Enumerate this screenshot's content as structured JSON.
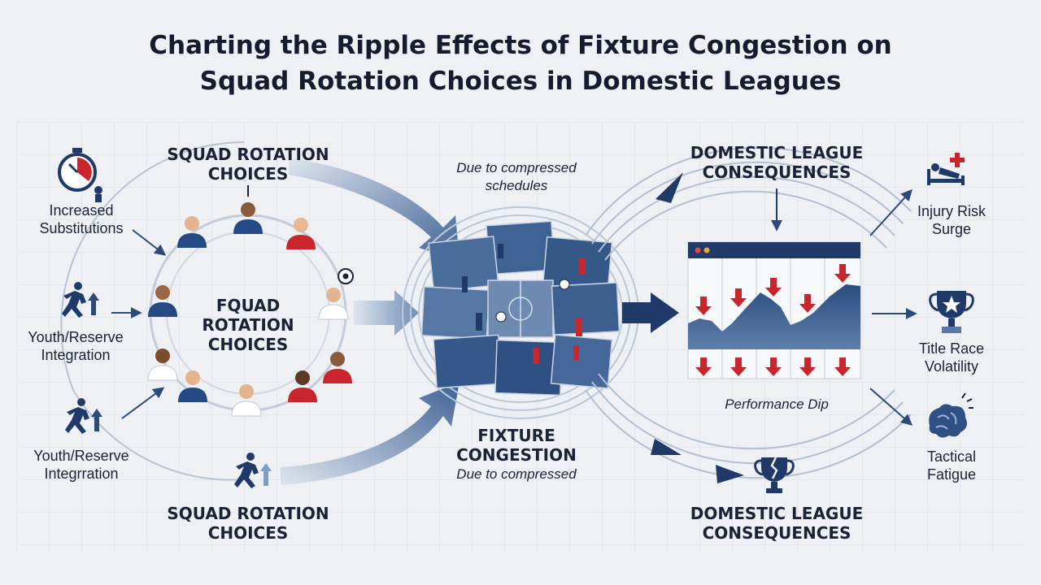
{
  "title": {
    "line1": "Charting the Ripple Effects of Fixture Congestion on",
    "line2": "Squad Rotation Choices in Domestic Leagues"
  },
  "rotation": {
    "top_label_1": "SQUAD ROTATION",
    "top_label_2": "CHOICES",
    "center_1": "FQUAD",
    "center_2": "ROTATION",
    "center_3": "CHOICES",
    "bottom_label_1": "SQUAD ROTATION",
    "bottom_label_2": "CHOICES"
  },
  "left_factors": {
    "f1_1": "Increased",
    "f1_2": "Substitutions",
    "f2_1": "Youth/Reserve",
    "f2_2": "Integration",
    "f3_1": "Youth/Reserve",
    "f3_2": "Integrration"
  },
  "congestion": {
    "note_1": "Due to compressed",
    "note_2": "schedules",
    "label_1": "FIXTURE",
    "label_2": "CONGESTION",
    "sub": "Due to compressed"
  },
  "consequences": {
    "top_1": "DOMESTIC LEAGUE",
    "top_2": "CONSEQUENCES",
    "bottom_1": "DOMESTIC LEAGUE",
    "bottom_2": "CONSEQUENCES",
    "chart_caption": "Performance Dip"
  },
  "outcomes": {
    "o1_1": "Injury Risk",
    "o1_2": "Surge",
    "o2_1": "Title Race",
    "o2_2": "Volatility",
    "o3_1": "Tactical",
    "o3_2": "Fatigue"
  },
  "colors": {
    "navy": "#1f3a68",
    "steel": "#5a7aa6",
    "red": "#c8262c",
    "text": "#161b30"
  },
  "icons": [
    "stopwatch-icon",
    "running-up-icon",
    "running-up-icon",
    "running-up-icon",
    "football-icon",
    "injury-bed-icon",
    "trophy-icon",
    "brain-icon",
    "broken-trophy-icon"
  ]
}
